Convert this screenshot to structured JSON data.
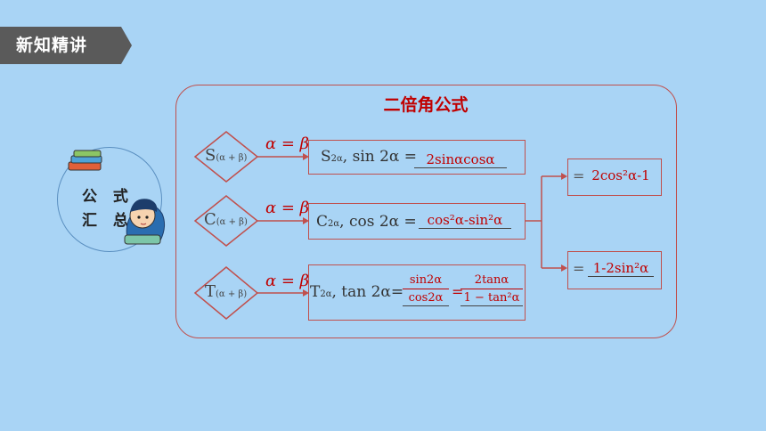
{
  "section_tag": "新知精讲",
  "title": "二倍角公式",
  "badge": {
    "line1": "公 式",
    "line2": "汇 总"
  },
  "rows": [
    {
      "diamond_letter": "S",
      "diamond_sub": "(α + β)",
      "condition": "α = β",
      "formula_main": "S",
      "formula_sub": "2α",
      "formula_text": ", sin 2α =",
      "answer": "2sinαcosα"
    },
    {
      "diamond_letter": "C",
      "diamond_sub": "(α + β)",
      "condition": "α = β",
      "formula_main": "C",
      "formula_sub": "2α",
      "formula_text": ", cos 2α =",
      "answer": "cos²α-sin²α"
    },
    {
      "diamond_letter": "T",
      "diamond_sub": "(α + β)",
      "condition": "α = β",
      "formula_main": "T",
      "formula_sub": "2α",
      "formula_text": ", tan 2α=",
      "frac1_num": "sin2α",
      "frac1_den": "cos2α",
      "eq": "=",
      "frac2_num": "2tanα",
      "frac2_den": "1 − tan²α"
    }
  ],
  "cos_results": [
    {
      "prefix": "=",
      "value": "2cos²α-1"
    },
    {
      "prefix": "=",
      "value": "1-2sin²α"
    }
  ],
  "colors": {
    "accent": "#c00000",
    "border": "#c0504d",
    "background": "#a9d4f5",
    "tag": "#5a5a5a"
  }
}
